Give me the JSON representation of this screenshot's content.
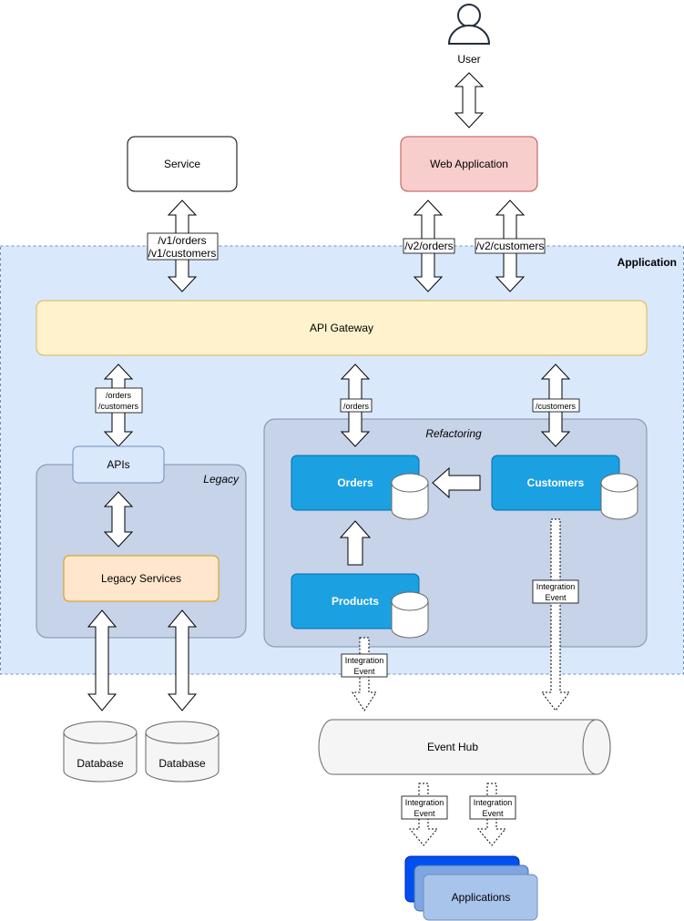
{
  "nodes": {
    "user": "User",
    "service": "Service",
    "web_application": "Web Application",
    "application_boundary": "Application",
    "api_gateway": "API Gateway",
    "legacy_group": "Legacy",
    "apis": "APIs",
    "legacy_services": "Legacy Services",
    "refactoring_group": "Refactoring",
    "orders": "Orders",
    "customers": "Customers",
    "products": "Products",
    "database_1": "Database",
    "database_2": "Database",
    "event_hub": "Event Hub",
    "applications": "Applications"
  },
  "edge_labels": {
    "service_gateway": [
      "/v1/orders",
      "/v1/customers"
    ],
    "web_orders": "/v2/orders",
    "web_customers": "/v2/customers",
    "gateway_legacy": [
      "/orders",
      "/customers"
    ],
    "gateway_orders": "/orders",
    "gateway_customers": "/customers",
    "products_event": [
      "Integration",
      "Event"
    ],
    "customers_event": [
      "Integration",
      "Event"
    ],
    "hub_apps_1": [
      "Integration",
      "Event"
    ],
    "hub_apps_2": [
      "Integration",
      "Event"
    ]
  },
  "colors": {
    "application_bg": "#dae8fc",
    "gateway_fill": "#fff2cc",
    "gateway_stroke": "#d6b656",
    "web_app_fill": "#f8cecc",
    "web_app_stroke": "#b85450",
    "group_fill": "#c6d3e8",
    "service_blue": "#1ba1e2",
    "legacy_services_fill": "#ffe6cc",
    "hub_fill": "#f5f5f5"
  }
}
